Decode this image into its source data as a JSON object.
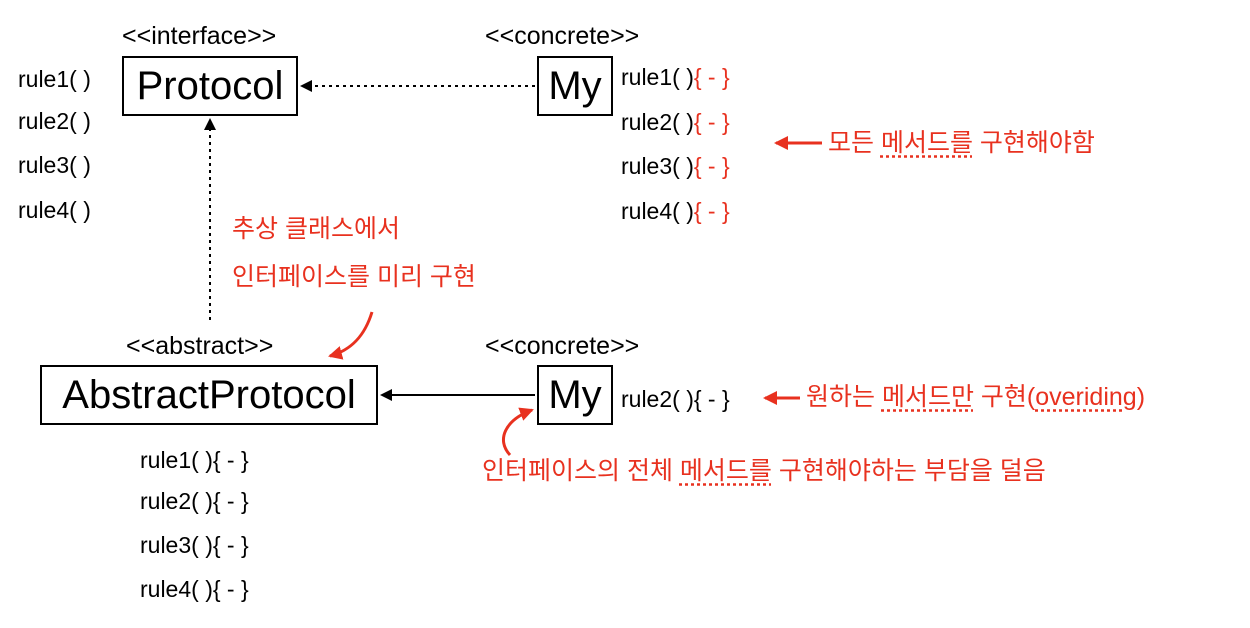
{
  "colors": {
    "accent": "#e8311f",
    "ink": "#000000"
  },
  "protocol": {
    "stereotype": "<<interface>>",
    "name": "Protocol",
    "rules": [
      "rule1(  )",
      "rule2(  )",
      "rule3(  )",
      "rule4(  )"
    ]
  },
  "my_top": {
    "stereotype": "<<concrete>>",
    "name": "My",
    "rules": [
      "rule1(  )",
      "rule2(  )",
      "rule3(  )",
      "rule4(  )"
    ],
    "body": "{ - }"
  },
  "abstract_protocol": {
    "stereotype": "<<abstract>>",
    "name": "AbstractProtocol",
    "rules": [
      "rule1(  ){ - }",
      "rule2(  ){ - }",
      "rule3(  ){ - }",
      "rule4(  ){ - }"
    ]
  },
  "my_bottom": {
    "stereotype": "<<concrete>>",
    "name": "My",
    "rule": "rule2(  ){ - }"
  },
  "notes": {
    "implement_all_prefix": "모든 ",
    "implement_all_underlined": "메서드를",
    "implement_all_suffix": " 구현해야함",
    "abstract_line1": "추상 클래스에서",
    "abstract_line2": "인터페이스를 미리 구현",
    "desired_prefix": "원하는 ",
    "desired_underlined": "메서드만",
    "desired_mid": " 구현(",
    "desired_overiding": "overiding",
    "desired_suffix": ")",
    "burden_prefix": "인터페이스의 전체 ",
    "burden_underlined": "메서드를",
    "burden_suffix": " 구현해야하는 부담을 덜음"
  }
}
